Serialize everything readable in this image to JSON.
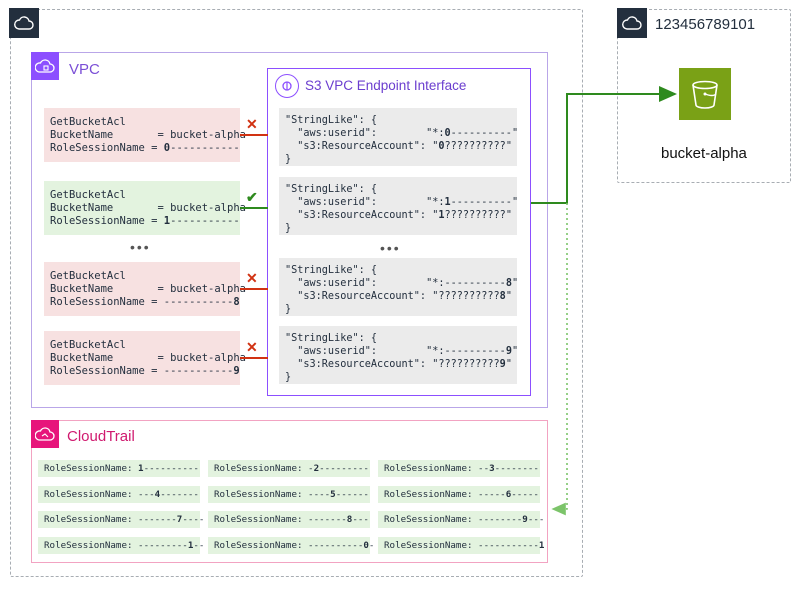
{
  "left_account": {
    "icon": "cloud-icon"
  },
  "right_account": {
    "icon": "cloud-icon",
    "label": "123456789101"
  },
  "vpc": {
    "label": "VPC",
    "icon": "vpc-icon"
  },
  "endpoint": {
    "label": "S3 VPC Endpoint Interface",
    "icon": "endpoint-icon"
  },
  "bucket": {
    "label": "bucket-alpha",
    "icon": "bucket-icon",
    "color": "#7aa116"
  },
  "cloudtrail": {
    "label": "CloudTrail",
    "icon": "cloudtrail-icon",
    "color": "#e7157b"
  },
  "requests": [
    {
      "status": "denied",
      "mark": "✕",
      "text_pre": "GetBucketAcl\nBucketName       = bucket-alpha\nRoleSessionName = ",
      "text_bold": "0",
      "text_post": "-----------"
    },
    {
      "status": "allowed",
      "mark": "✔",
      "text_pre": "GetBucketAcl\nBucketName       = bucket-alpha\nRoleSessionName = ",
      "text_bold": "1",
      "text_post": "-----------"
    },
    {
      "status": "denied",
      "mark": "✕",
      "text_pre": "GetBucketAcl\nBucketName       = bucket-alpha\nRoleSessionName = -----------",
      "text_bold": "8",
      "text_post": ""
    },
    {
      "status": "denied",
      "mark": "✕",
      "text_pre": "GetBucketAcl\nBucketName       = bucket-alpha\nRoleSessionName = -----------",
      "text_bold": "9",
      "text_post": ""
    }
  ],
  "ellipsis": "•••",
  "policies": [
    {
      "l1": "\"StringLike\": {",
      "l2a": "  \"aws:userid\":        \"*:",
      "l2b": "0",
      "l2c": "----------\"",
      "l3a": "  \"s3:ResourceAccount\": \"",
      "l3b": "0",
      "l3c": "??????????\"",
      "l4": "}"
    },
    {
      "l1": "\"StringLike\": {",
      "l2a": "  \"aws:userid\":        \"*:",
      "l2b": "1",
      "l2c": "----------\"",
      "l3a": "  \"s3:ResourceAccount\": \"",
      "l3b": "1",
      "l3c": "??????????\"",
      "l4": "}"
    },
    {
      "l1": "\"StringLike\": {",
      "l2a": "  \"aws:userid\":        \"*:----------",
      "l2b": "8",
      "l2c": "\"",
      "l3a": "  \"s3:ResourceAccount\": \"??????????",
      "l3b": "8",
      "l3c": "\"",
      "l4": "}"
    },
    {
      "l1": "\"StringLike\": {",
      "l2a": "  \"aws:userid\":        \"*:----------",
      "l2b": "9",
      "l2c": "\"",
      "l3a": "  \"s3:ResourceAccount\": \"??????????",
      "l3b": "9",
      "l3c": "\"",
      "l4": "}"
    }
  ],
  "logs": [
    [
      {
        "a": "RoleSessionName: ",
        "b": "1",
        "c": "----------"
      },
      {
        "a": "RoleSessionName: -",
        "b": "2",
        "c": "---------"
      },
      {
        "a": "RoleSessionName: --",
        "b": "3",
        "c": "--------"
      }
    ],
    [
      {
        "a": "RoleSessionName: ---",
        "b": "4",
        "c": "-------"
      },
      {
        "a": "RoleSessionName: ----",
        "b": "5",
        "c": "------"
      },
      {
        "a": "RoleSessionName: -----",
        "b": "6",
        "c": "-----"
      }
    ],
    [
      {
        "a": "RoleSessionName: -------",
        "b": "7",
        "c": "----"
      },
      {
        "a": "RoleSessionName: -------",
        "b": "8",
        "c": "---"
      },
      {
        "a": "RoleSessionName: --------",
        "b": "9",
        "c": "---"
      }
    ],
    [
      {
        "a": "RoleSessionName: ---------",
        "b": "1",
        "c": "--"
      },
      {
        "a": "RoleSessionName: ----------",
        "b": "0",
        "c": "-"
      },
      {
        "a": "RoleSessionName: -----------",
        "b": "1",
        "c": ""
      }
    ]
  ],
  "colors": {
    "denied_line": "#d13212",
    "allowed_line": "#2e8a1e",
    "log_arrow": "#7cc46a"
  }
}
